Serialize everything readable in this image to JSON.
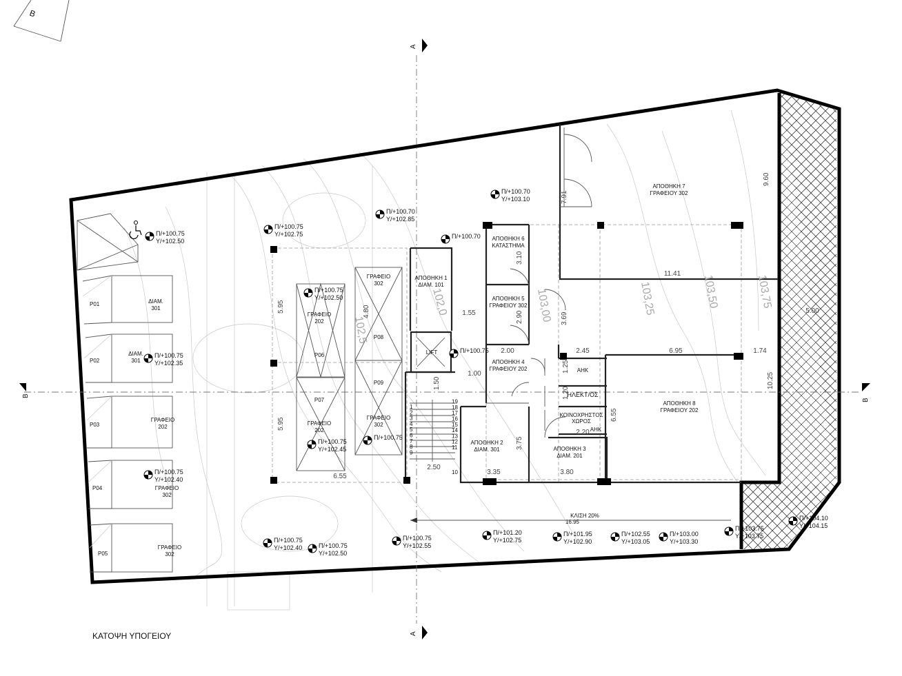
{
  "title": "ΚΑΤΟΨΗ ΥΠΟΓΕΙΟΥ",
  "section_marks": {
    "a_top": "A",
    "a_bottom": "A",
    "b_left": "B",
    "b_right": "B"
  },
  "rooms": {
    "storage7": [
      "ΑΠΟΘΗΚΗ 7",
      "ΓΡΑΦΕΙΟΥ 302"
    ],
    "storage8": [
      "ΑΠΟΘΗΚΗ 8",
      "ΓΡΑΦΕΙΟΥ 202"
    ],
    "storage6": [
      "ΑΠΟΘΗΚΗ 6",
      "ΚΑΤΑΣΤΗΜΑ"
    ],
    "storage5": [
      "ΑΠΟΘΗΚΗ 5",
      "ΓΡΑΦΕΙΟΥ 302"
    ],
    "storage4": [
      "ΑΠΟΘΗΚΗ 4",
      "ΓΡΑΦΕΙΟΥ 202"
    ],
    "storage1": [
      "ΑΠΟΘΗΚΗ 1",
      "ΔΙΑΜ. 101"
    ],
    "storage2": [
      "ΑΠΟΘΗΚΗ 2",
      "ΔΙΑΜ. 301"
    ],
    "storage3": [
      "ΑΠΟΘΗΚΗ 3",
      "ΔΙΑΜ. 201"
    ],
    "lift": "LIFT",
    "ahk1": "ΑΗΚ",
    "electrical": "ΗΛΕΚΤ/ΟΣ",
    "common": [
      "ΚΟΙΝΟΧΡΗΣΤΟΣ",
      "ΧΩΡΟΣ"
    ],
    "ahk2": "ΑΗΚ"
  },
  "parking": [
    {
      "id": "P01",
      "label": [
        "ΔΙΑΜ.",
        "301"
      ]
    },
    {
      "id": "P02",
      "label": [
        "ΔΙΑΜ.",
        "301"
      ]
    },
    {
      "id": "P03",
      "label": [
        "ΓΡΑΦΕΙΟ",
        "202"
      ]
    },
    {
      "id": "P04",
      "label": [
        "ΓΡΑΦΕΙΟ",
        "302"
      ]
    },
    {
      "id": "P05",
      "label": [
        "ΓΡΑΦΕΙΟ",
        "302"
      ]
    },
    {
      "id": "P06",
      "label": [
        "ΓΡΑΦΕΙΟ",
        "202"
      ]
    },
    {
      "id": "P07",
      "label": [
        "ΓΡΑΦΕΙΟ",
        "202"
      ]
    },
    {
      "id": "P08",
      "label": [
        "ΓΡΑΦΕΙΟ",
        "302"
      ]
    },
    {
      "id": "P09",
      "label": [
        "ΓΡΑΦΕΙΟ",
        "302"
      ]
    }
  ],
  "levels": [
    [
      "Π/+100.75",
      "Υ/+102.50"
    ],
    [
      "Π/+100.75",
      "Υ/+102.75"
    ],
    [
      "Π/+100.70",
      "Υ/+102.85"
    ],
    [
      "Π/+100.70",
      "Υ/+103.10"
    ],
    [
      "Π/+100.70",
      ""
    ],
    [
      "Π/+100.75",
      "Υ/+102.50"
    ],
    [
      "Π/+100.75",
      "Υ/+102.35"
    ],
    [
      "Π/+100.75",
      ""
    ],
    [
      "Π/+100.75",
      "Υ/+102.45"
    ],
    [
      "Π/+100.75",
      ""
    ],
    [
      "Π/+100.75",
      "Υ/+102.40"
    ],
    [
      "Π/+100.75",
      "Υ/+102.40"
    ],
    [
      "Π/+100.75",
      "Υ/+102.50"
    ],
    [
      "Π/+100.75",
      "Υ/+102.55"
    ],
    [
      "Π/+101.20",
      "Υ/+102.75"
    ],
    [
      "Π/+101.95",
      "Υ/+102.90"
    ],
    [
      "Π/+102.55",
      "Υ/+103.05"
    ],
    [
      "Π/+103.00",
      "Υ/+103.30"
    ],
    [
      "Π/+103.75",
      "Υ/+103.75"
    ],
    [
      "Π/+104.10",
      "Υ/+104.15"
    ]
  ],
  "dimensions": [
    "11.41",
    "6.95",
    "2.45",
    "1.74",
    "9.60",
    "5.00",
    "10.25",
    "1.55",
    "2.00",
    "3.10",
    "2.90",
    "1.00",
    "1.50",
    "3.69",
    "1.25",
    "1.20",
    "2.20",
    "6.55",
    "3.75",
    "3.35",
    "3.80",
    "2.50",
    "6.55",
    "5.95",
    "5.95",
    "4.80",
    "7.91",
    "16.95"
  ],
  "contours": [
    "103,00",
    "103,25",
    "103,50",
    "103,75",
    "102,5",
    "102,0"
  ],
  "ramp": "ΚΛΙΣΗ 20%",
  "stair_steps": [
    "1",
    "2",
    "3",
    "4",
    "5",
    "6",
    "7",
    "8",
    "9",
    "10",
    "11",
    "12",
    "13",
    "14",
    "15",
    "16",
    "17",
    "18",
    "19"
  ]
}
